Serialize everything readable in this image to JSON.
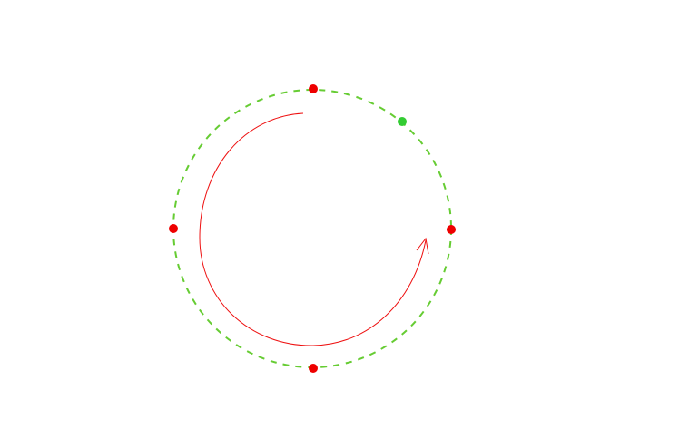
{
  "diagram": {
    "type": "circular-rotation-diagram",
    "dashed_circle": {
      "color": "#66cc33",
      "style": "dashed"
    },
    "rotation_arrow": {
      "color": "#ee1111",
      "direction": "counterclockwise"
    },
    "marker_points": [
      {
        "name": "top-marker",
        "color": "#ee0000"
      },
      {
        "name": "right-marker",
        "color": "#ee0000"
      },
      {
        "name": "bottom-marker",
        "color": "#ee0000"
      },
      {
        "name": "left-marker",
        "color": "#ee0000"
      },
      {
        "name": "upper-right-marker",
        "color": "#33cc33"
      }
    ]
  }
}
